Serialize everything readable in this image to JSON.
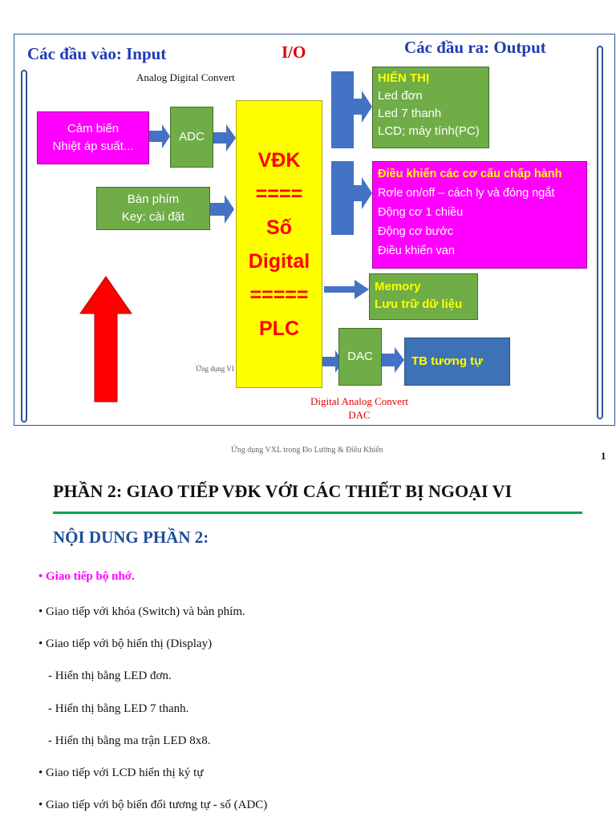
{
  "slide": {
    "inputs_title": "Các đầu vào: Input",
    "io_title": "I/O",
    "outputs_title": "Các đầu ra: Output",
    "adc_caption": "Analog Digital Convert",
    "sensor": {
      "line1": "Cảm biến",
      "line2": "Nhiệt áp suất..."
    },
    "adc_label": "ADC",
    "keyboard": {
      "line1": "Bàn phím",
      "line2": "Key: cài đặt"
    },
    "mcu": [
      "VĐK",
      "====",
      "Số",
      "Digital",
      "=====",
      "PLC"
    ],
    "small_caption": "Ứng dụng VI",
    "display_box": {
      "title": "HIỂN THỊ",
      "items": [
        "Led đơn",
        "Led 7 thanh",
        "LCD; máy tính(PC)"
      ]
    },
    "actuator_box": {
      "title": "Điều khiển các cơ cấu chấp hành",
      "items": [
        "Rơle on/off – cách ly và đóng ngắt",
        "Động cơ 1 chiều",
        "Động cơ bước",
        "Điều khiển van"
      ]
    },
    "memory_box": {
      "line1": "Memory",
      "line2": "Lưu trữ dữ liệu"
    },
    "dac_label": "DAC",
    "analog_device": "TB tương tự",
    "dac_caption_line1": "Digital Analog Convert",
    "dac_caption_line2": "DAC",
    "colors": {
      "title_blue": "#1f3bb3",
      "io_red": "#dd0000",
      "green_box": "#70ad47",
      "magenta_box": "#ff00ff",
      "mcu_yellow": "#ffff00",
      "arrow_blue": "#4472c4",
      "big_arrow_red": "#ff0000"
    }
  },
  "footer": {
    "caption": "Ứng dụng VXL trong Đo Lường & Điều Khiển",
    "page_number": "1"
  },
  "section": {
    "title": "PHẦN 2: GIAO TIẾP VĐK VỚI CÁC THIẾT BỊ NGOẠI VI",
    "subtitle": "NỘI DUNG PHẦN 2:",
    "items": [
      "Giao tiếp bộ nhớ.",
      "Giao tiếp với khóa (Switch) và bàn phím.",
      "Giao tiếp với bộ hiển thị (Display)",
      "- Hiển thị bằng LED đơn.",
      "- Hiển thị bằng LED 7 thanh.",
      "- Hiển thị bằng ma trận LED 8x8.",
      "Giao tiếp với LCD hiển thị ký tự",
      "Giao tiếp với bộ biến đổi tương tự - số (ADC)"
    ]
  }
}
